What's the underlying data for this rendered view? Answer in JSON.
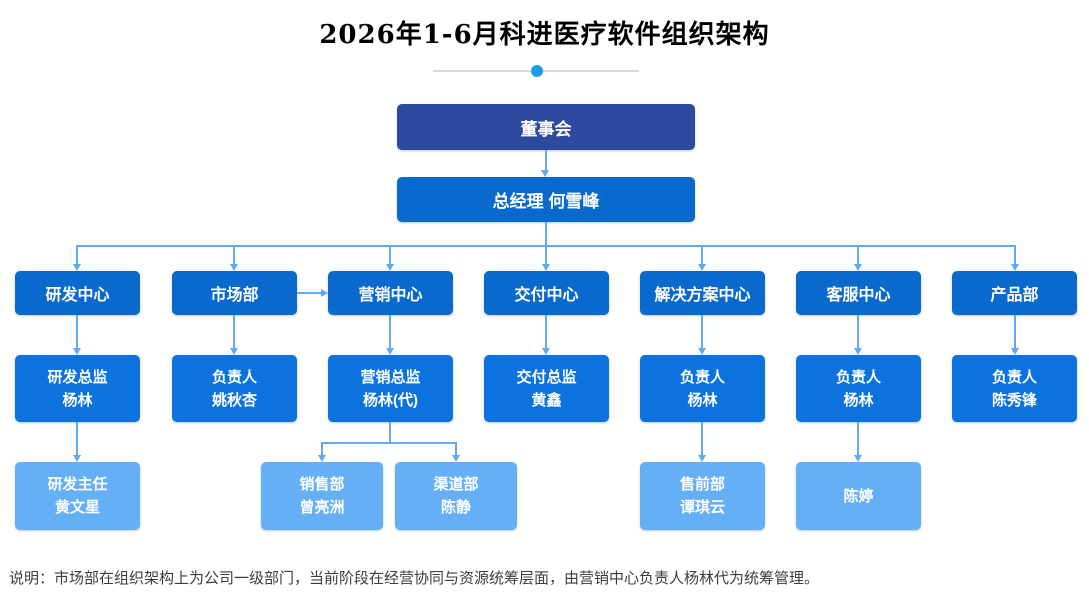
{
  "title": "2026年1-6月科进医疗软件组织架构",
  "note": "说明：市场部在组织架构上为公司一级部门，当前阶段在经营协同与资源统筹层面，由营销中心负责人杨林代为统筹管理。",
  "colors": {
    "navy": "#2e4a9e",
    "blue": "#0a69cd",
    "leader_blue": "#0b72de",
    "light_blue": "#64aff5",
    "line": "#61a9f0",
    "dot": "#1e9de2",
    "divider": "#d9d9d9",
    "note_text": "#3d3d3d"
  },
  "org": {
    "board": "董事会",
    "gm": "总经理 何雪峰",
    "depts": [
      {
        "name": "研发中心",
        "leader": [
          "研发总监",
          "杨林"
        ]
      },
      {
        "name": "市场部",
        "leader": [
          "负责人",
          "姚秋杏"
        ]
      },
      {
        "name": "营销中心",
        "leader": [
          "营销总监",
          "杨林(代)"
        ]
      },
      {
        "name": "交付中心",
        "leader": [
          "交付总监",
          "黄鑫"
        ]
      },
      {
        "name": "解决方案中心",
        "leader": [
          "负责人",
          "杨林"
        ]
      },
      {
        "name": "客服中心",
        "leader": [
          "负责人",
          "杨林"
        ]
      },
      {
        "name": "产品部",
        "leader": [
          "负责人",
          "陈秀锋"
        ]
      }
    ],
    "subs": [
      {
        "parent": "研发中心",
        "lines": [
          "研发主任",
          "黄文星"
        ]
      },
      {
        "parent": "营销中心",
        "lines": [
          "销售部",
          "曾亮洲"
        ]
      },
      {
        "parent": "营销中心",
        "lines": [
          "渠道部",
          "陈静"
        ]
      },
      {
        "parent": "解决方案中心",
        "lines": [
          "售前部",
          "谭琪云"
        ]
      },
      {
        "parent": "客服中心",
        "lines": [
          "陈婷"
        ]
      }
    ]
  }
}
